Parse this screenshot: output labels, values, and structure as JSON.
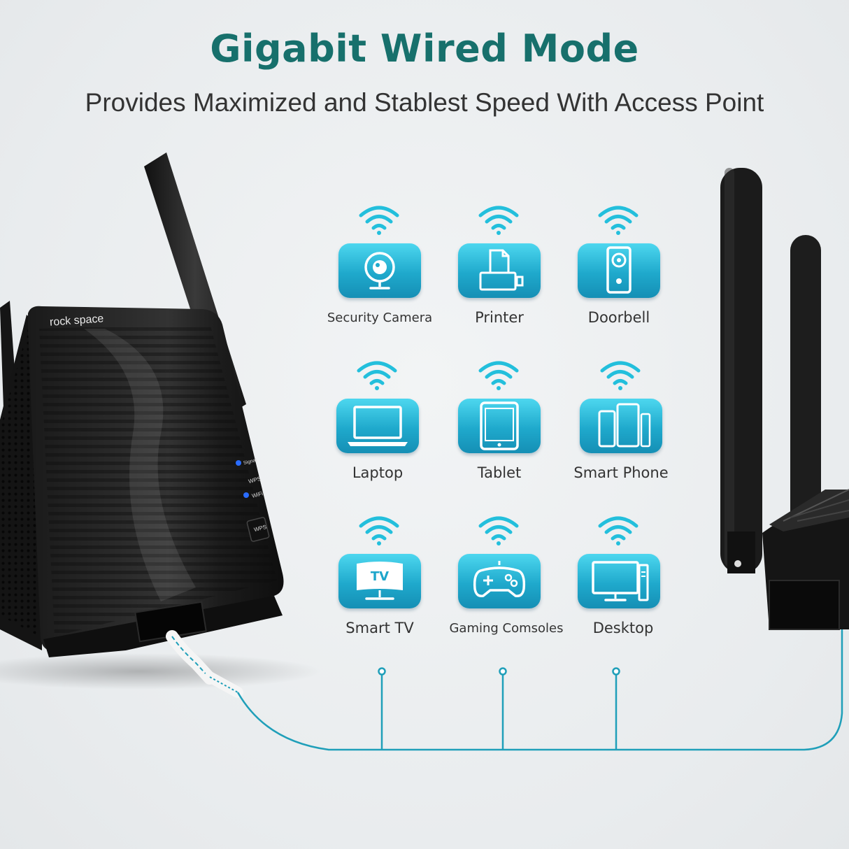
{
  "header": {
    "title": "Gigabit Wired Mode",
    "subtitle": "Provides Maximized and Stablest Speed With Access Point"
  },
  "extender": {
    "brand": "rock space",
    "indicators": [
      "Signal",
      "WPS",
      "WiFi"
    ],
    "button_label": "WPS"
  },
  "devices": [
    {
      "label": "Security Camera",
      "icon": "security-camera-icon"
    },
    {
      "label": "Printer",
      "icon": "printer-icon"
    },
    {
      "label": "Doorbell",
      "icon": "doorbell-icon"
    },
    {
      "label": "Laptop",
      "icon": "laptop-icon"
    },
    {
      "label": "Tablet",
      "icon": "tablet-icon"
    },
    {
      "label": "Smart Phone",
      "icon": "smart-phone-icon"
    },
    {
      "label": "Smart TV",
      "icon": "smart-tv-icon",
      "screen_text": "TV"
    },
    {
      "label": "Gaming Comsoles",
      "icon": "gamepad-icon"
    },
    {
      "label": "Desktop",
      "icon": "desktop-icon"
    }
  ],
  "colors": {
    "title": "#17706c",
    "accent": "#1fb5d8",
    "wire": "#1f9fb9"
  }
}
